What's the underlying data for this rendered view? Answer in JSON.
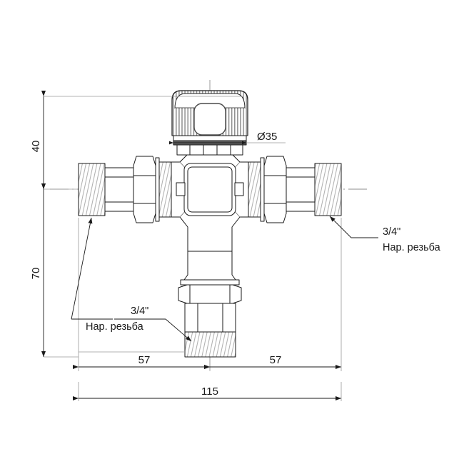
{
  "drawing": {
    "type": "technical-dimension-drawing",
    "subject": "three-way thermostatic mixing valve, front view",
    "units": "mm",
    "background_color": "#ffffff",
    "line_color": "#1a1a1a",
    "dim_line_color": "#9a9a9a",
    "hatch_color": "#b4b4b4"
  },
  "dimensions": {
    "vertical_top": {
      "value": "40",
      "rotated": "-90",
      "from": "top of cap",
      "to": "horizontal centerline"
    },
    "vertical_bottom": {
      "value": "70",
      "rotated": "-90",
      "from": "horizontal centerline",
      "to": "bottom of outlet thread"
    },
    "horizontal_left": {
      "value": "57",
      "from": "left thread end",
      "to": "vertical centerline"
    },
    "horizontal_right": {
      "value": "57",
      "from": "vertical centerline",
      "to": "right thread end"
    },
    "horizontal_total": {
      "value": "115",
      "from": "left thread end",
      "to": "right thread end"
    },
    "cap_diameter": {
      "value": "Ø35",
      "symbol": "Ø",
      "number": "35",
      "applies_to": "knob cap outer diameter"
    }
  },
  "callouts": [
    {
      "id": "callout-left",
      "line1": "3/4\"",
      "line2": "Нар. резьба",
      "points_to": "left male threaded end",
      "leader_direction": "up-right to down-left"
    },
    {
      "id": "callout-bottom",
      "line1": "3/4\"",
      "line2": "Нар. резьба",
      "points_to": "bottom male threaded outlet",
      "leader_direction": "left to down-right"
    },
    {
      "id": "callout-right",
      "line1": "3/4\"",
      "line2": "Нар. резьба",
      "points_to": "right male threaded end",
      "leader_direction": "down-left to up-right"
    }
  ],
  "parts": [
    {
      "id": "knob-cap",
      "label": "ribbed adjustment cap with window"
    },
    {
      "id": "body-center",
      "label": "central valve body with square boss"
    },
    {
      "id": "left-union-nut",
      "label": "left hexagon union nut"
    },
    {
      "id": "right-union-nut",
      "label": "right hexagon union nut"
    },
    {
      "id": "bottom-union-nut",
      "label": "bottom hexagon union nut"
    },
    {
      "id": "left-thread",
      "label": "left male thread 3/4\""
    },
    {
      "id": "right-thread",
      "label": "right male thread 3/4\""
    },
    {
      "id": "bottom-thread",
      "label": "bottom male thread 3/4\""
    }
  ]
}
